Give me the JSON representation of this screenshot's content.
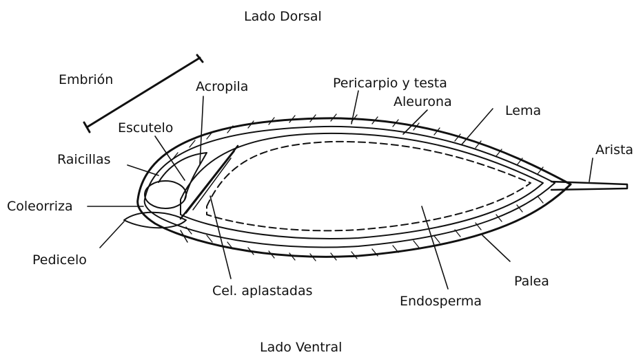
{
  "diagram": {
    "labels": {
      "dorsal": "Lado Dorsal",
      "ventral": "Lado Ventral",
      "embrion": "Embrión",
      "acropila": "Acropila",
      "pericarpio": "Pericarpio y testa",
      "aleurona": "Aleurona",
      "lema": "Lema",
      "arista": "Arista",
      "escutelo": "Escutelo",
      "raicillas": "Raicillas",
      "coleorriza": "Coleorriza",
      "pedicelo": "Pedicelo",
      "cel_aplastadas": "Cel. aplastadas",
      "endosperma": "Endosperma",
      "palea": "Palea"
    }
  }
}
